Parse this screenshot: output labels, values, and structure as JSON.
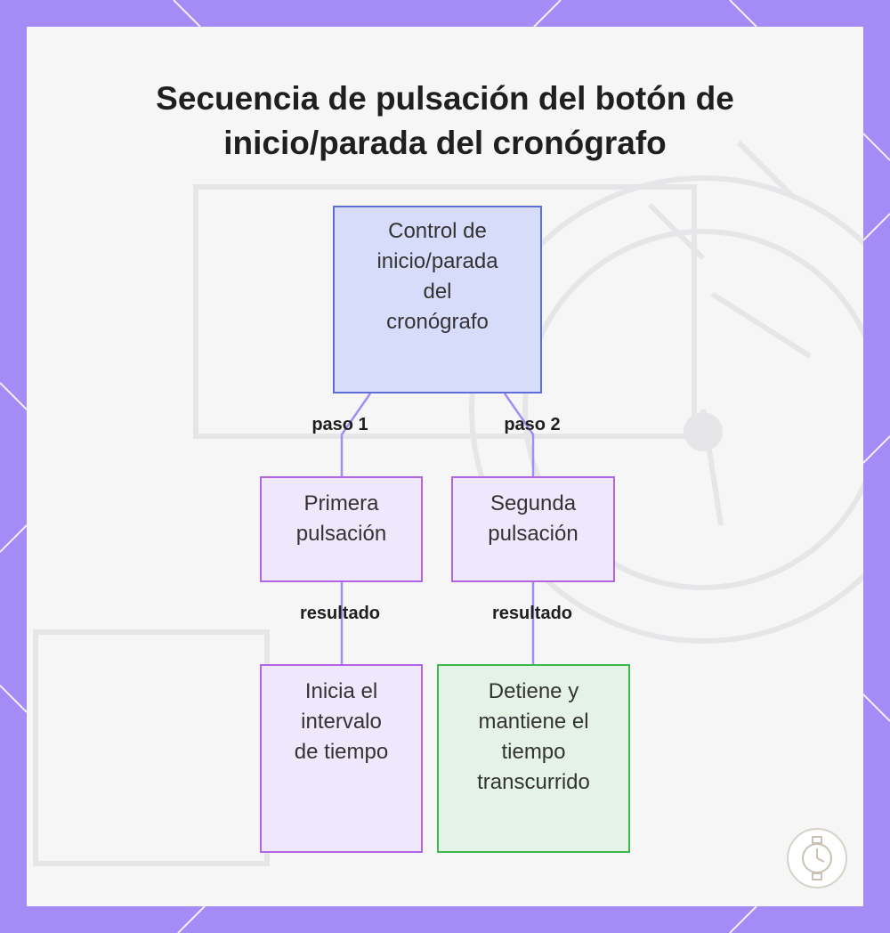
{
  "title": {
    "line1": "Secuencia de pulsación del botón de",
    "line2": "inicio/parada del cronógrafo"
  },
  "nodes": {
    "root": {
      "lines": [
        "Control de",
        "inicio/parada",
        "del",
        "cronógrafo"
      ]
    },
    "first_press": {
      "lines": [
        "Primera",
        "pulsación"
      ]
    },
    "second_press": {
      "lines": [
        "Segunda",
        "pulsación"
      ]
    },
    "start_result": {
      "lines": [
        "Inicia el",
        "intervalo",
        "de tiempo"
      ]
    },
    "stop_result": {
      "lines": [
        "Detiene y",
        "mantiene el",
        "tiempo",
        "transcurrido"
      ]
    }
  },
  "edges": {
    "step1": "paso 1",
    "step2": "paso 2",
    "result1": "resultado",
    "result2": "resultado"
  },
  "colors": {
    "frame": "#a58bf5",
    "root_fill": "#d8dcfb",
    "root_border": "#5c6fd6",
    "press_fill": "#efe7fb",
    "press_border": "#b265e0",
    "stop_fill": "#e5f3e6",
    "stop_border": "#3db84a",
    "edge": "#a58bf5"
  }
}
